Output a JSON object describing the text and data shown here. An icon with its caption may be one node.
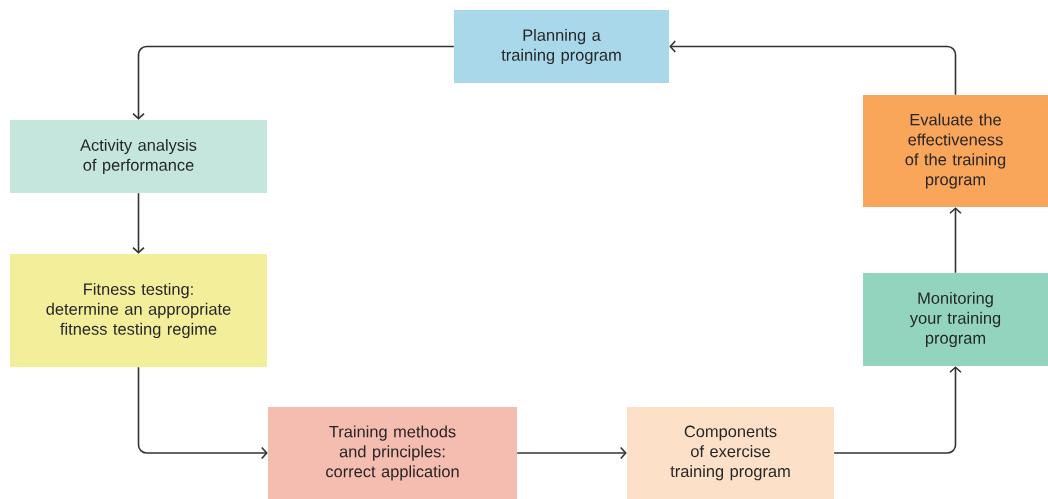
{
  "diagram": {
    "nodes": [
      {
        "text": [
          "Planning a training program"
        ]
      },
      {
        "text": [
          "Activity analysis of performance"
        ]
      },
      {
        "text": [
          "Fitness testing: determine an appropriate fitness testing regime"
        ]
      },
      {
        "text": [
          "Training methods and principles: correct application"
        ]
      },
      {
        "text": [
          "Components of exercise training program"
        ]
      },
      {
        "text": [
          "Monitoring your training program"
        ]
      },
      {
        "text": [
          "Evaluate the effectiveness of the training program"
        ]
      }
    ],
    "edges": [
      {
        "from": 0,
        "to": 1,
        "arrow": "to"
      },
      {
        "from": 1,
        "to": 2,
        "arrow": "to"
      },
      {
        "from": 2,
        "to": 3,
        "arrow": "to"
      },
      {
        "from": 3,
        "to": 4,
        "arrow": "to"
      },
      {
        "from": 4,
        "to": 5,
        "arrow": "to"
      },
      {
        "from": 5,
        "to": 6,
        "arrow": "to"
      },
      {
        "from": 6,
        "to": 0,
        "arrow": "to"
      }
    ]
  }
}
